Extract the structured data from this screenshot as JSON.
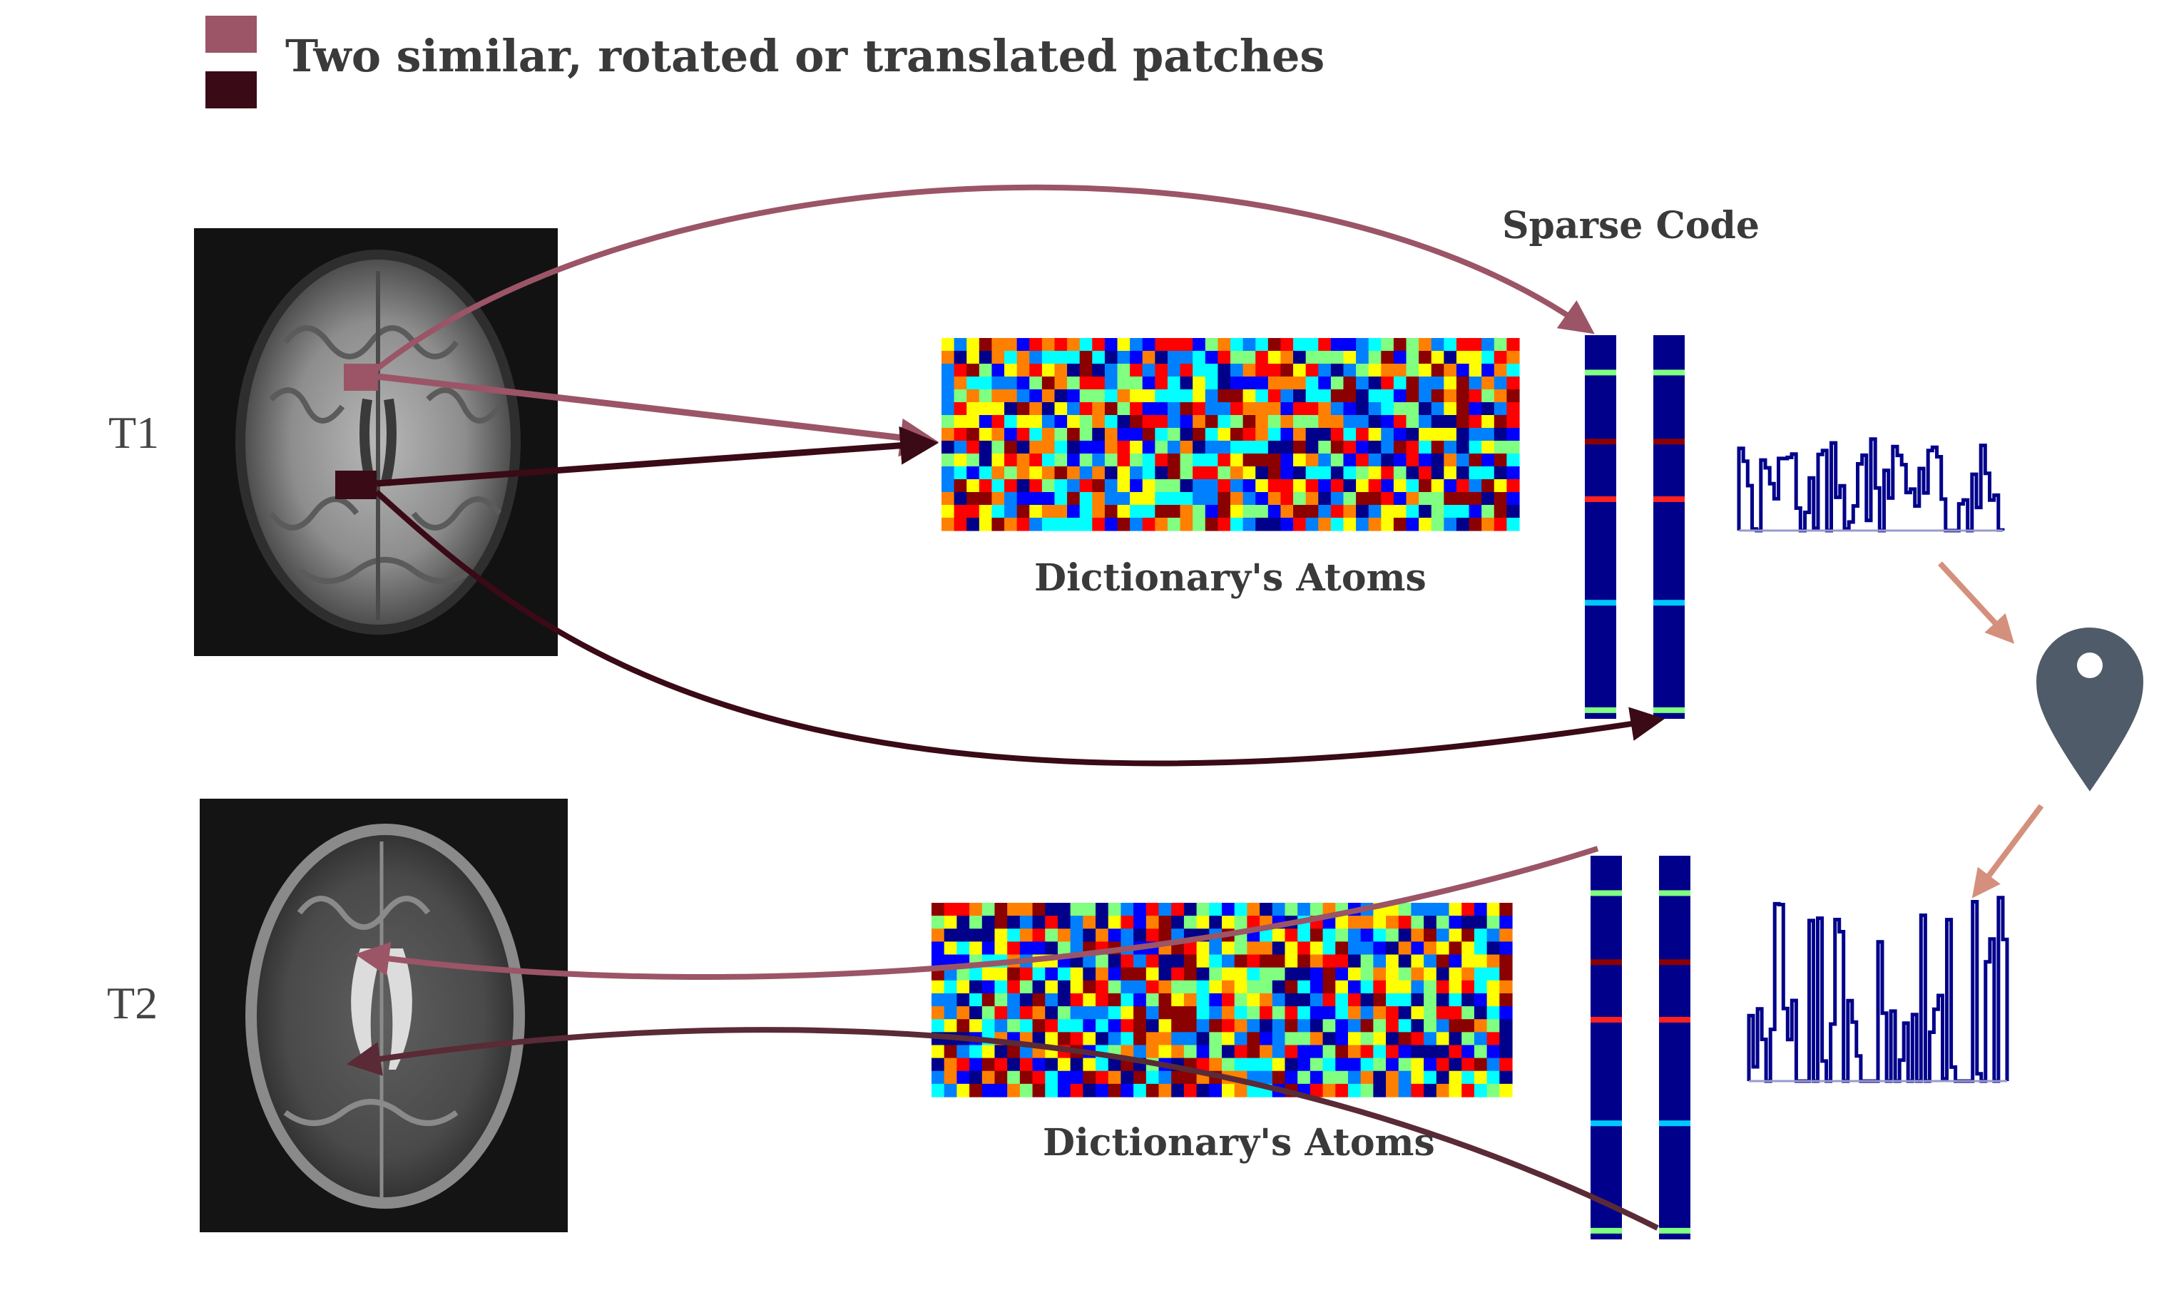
{
  "legend": {
    "title": "Two similar, rotated or translated patches",
    "swatch_colors": [
      "#9b5566",
      "#3a0a17"
    ]
  },
  "labels": {
    "t1": "T1",
    "t2": "T2",
    "sparse_code": "Sparse Code",
    "dictionary_top": "Dictionary's Atoms",
    "dictionary_bottom": "Dictionary's Atoms"
  },
  "colors": {
    "patch_light": "#9b5566",
    "patch_dark": "#3a0a17",
    "arrow_light": "#9b5566",
    "arrow_dark": "#3a0a17",
    "code_bar": "#00008b",
    "flow_arrow": "#d4907c",
    "pin": "#4f5b69"
  },
  "icons": {
    "location": "map-pin-icon"
  }
}
